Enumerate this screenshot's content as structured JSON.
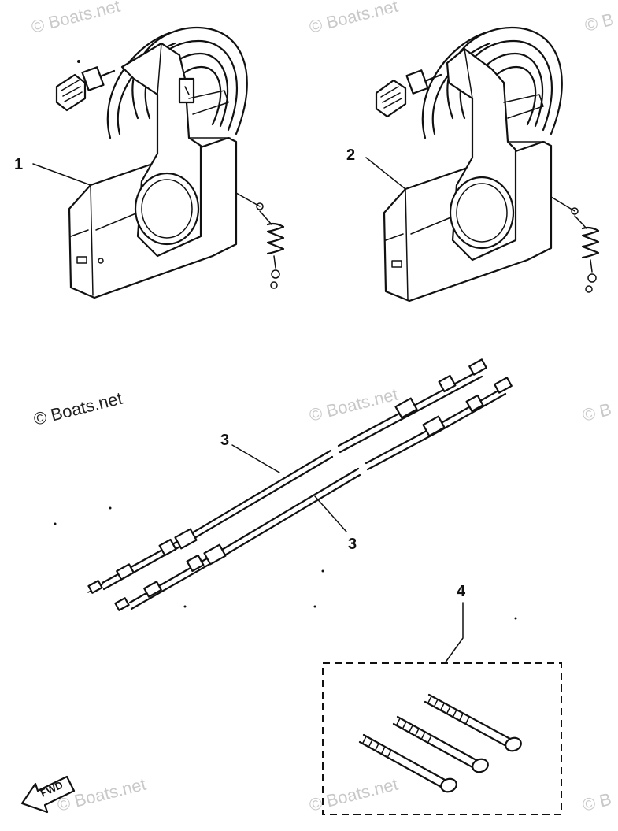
{
  "callouts": {
    "c1": "1",
    "c2": "2",
    "c3a": "3",
    "c3b": "3",
    "c4": "4"
  },
  "watermark": "© Boats.net",
  "watermark_partial": "© B",
  "fwd_label": "FWD"
}
